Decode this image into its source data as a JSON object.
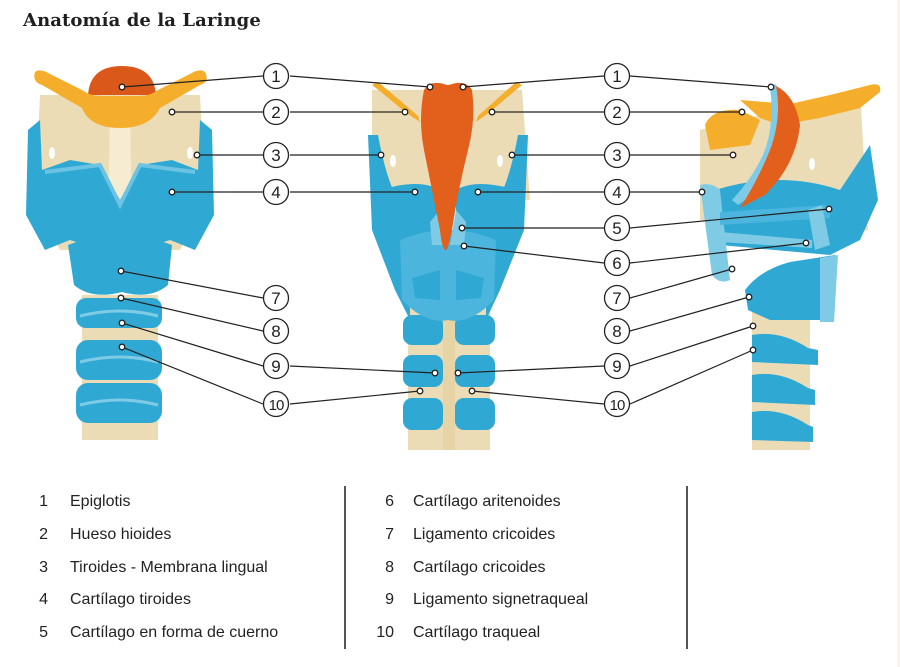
{
  "title": "Anatomía de la Laringe",
  "colors": {
    "cartilage_blue": "#2fa9d3",
    "light_blue": "#7fcbe6",
    "epiglottis_orange": "#e2601c",
    "hyoid_yellow": "#f5ae2c",
    "membrane_beige": "#ecdcb6",
    "line": "#222222"
  },
  "callouts": [
    "1",
    "2",
    "3",
    "4",
    "5",
    "6",
    "7",
    "8",
    "9",
    "10"
  ],
  "views": [
    "anterior-view",
    "posterior-view",
    "lateral-view"
  ],
  "legend": {
    "left": [
      {
        "num": "1",
        "label": "Epiglotis"
      },
      {
        "num": "2",
        "label": "Hueso hioides"
      },
      {
        "num": "3",
        "label": "Tiroides - Membrana lingual"
      },
      {
        "num": "4",
        "label": "Cartílago tiroides"
      },
      {
        "num": "5",
        "label": "Cartílago en forma de cuerno"
      }
    ],
    "right": [
      {
        "num": "6",
        "label": "Cartílago aritenoides"
      },
      {
        "num": "7",
        "label": "Ligamento cricoides"
      },
      {
        "num": "8",
        "label": "Cartílago cricoides"
      },
      {
        "num": "9",
        "label": "Ligamento signetraqueal"
      },
      {
        "num": "10",
        "label": "Cartílago traqueal"
      }
    ]
  }
}
